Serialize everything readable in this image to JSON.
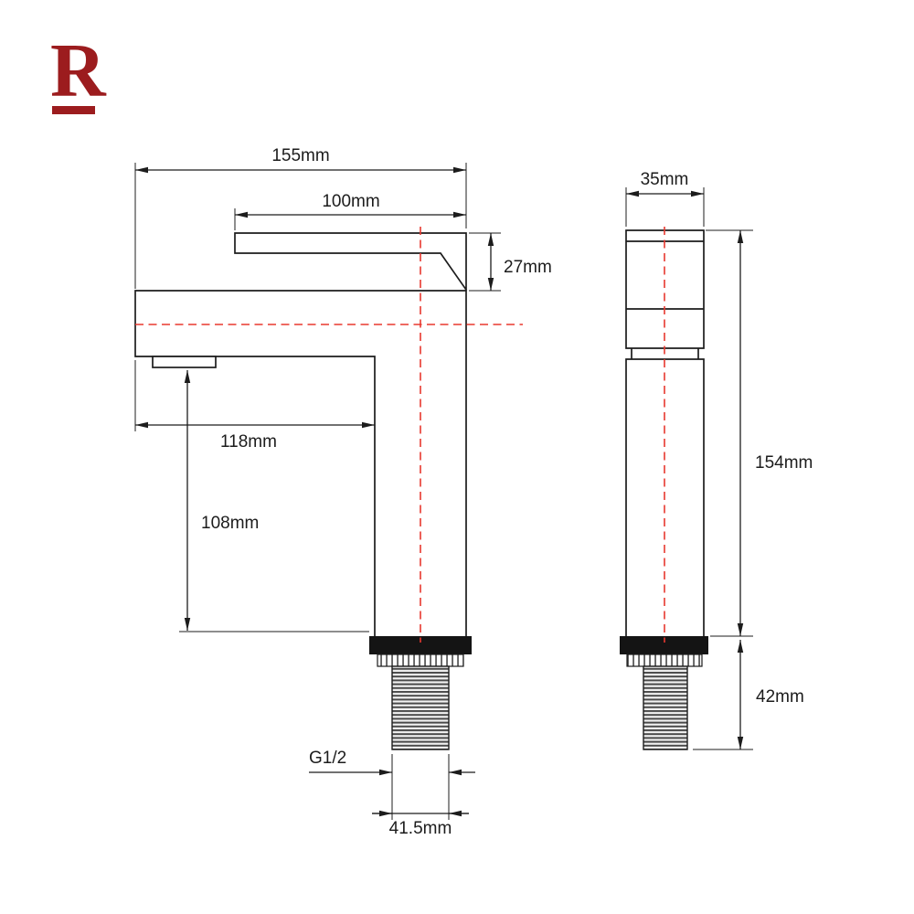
{
  "logo": {
    "letter": "R",
    "color": "#9c1c1e"
  },
  "drawing": {
    "line_color": "#1c1c1c",
    "centerline_color": "#e8382f",
    "front_view": {
      "overall_width": "155mm",
      "handle_length": "100mm",
      "handle_height": "27mm",
      "spout_reach": "118mm",
      "spout_height": "108mm",
      "thread_size": "G1/2",
      "thread_width": "41.5mm"
    },
    "side_view": {
      "body_width": "35mm",
      "total_height": "154mm",
      "shank_length": "42mm"
    }
  }
}
